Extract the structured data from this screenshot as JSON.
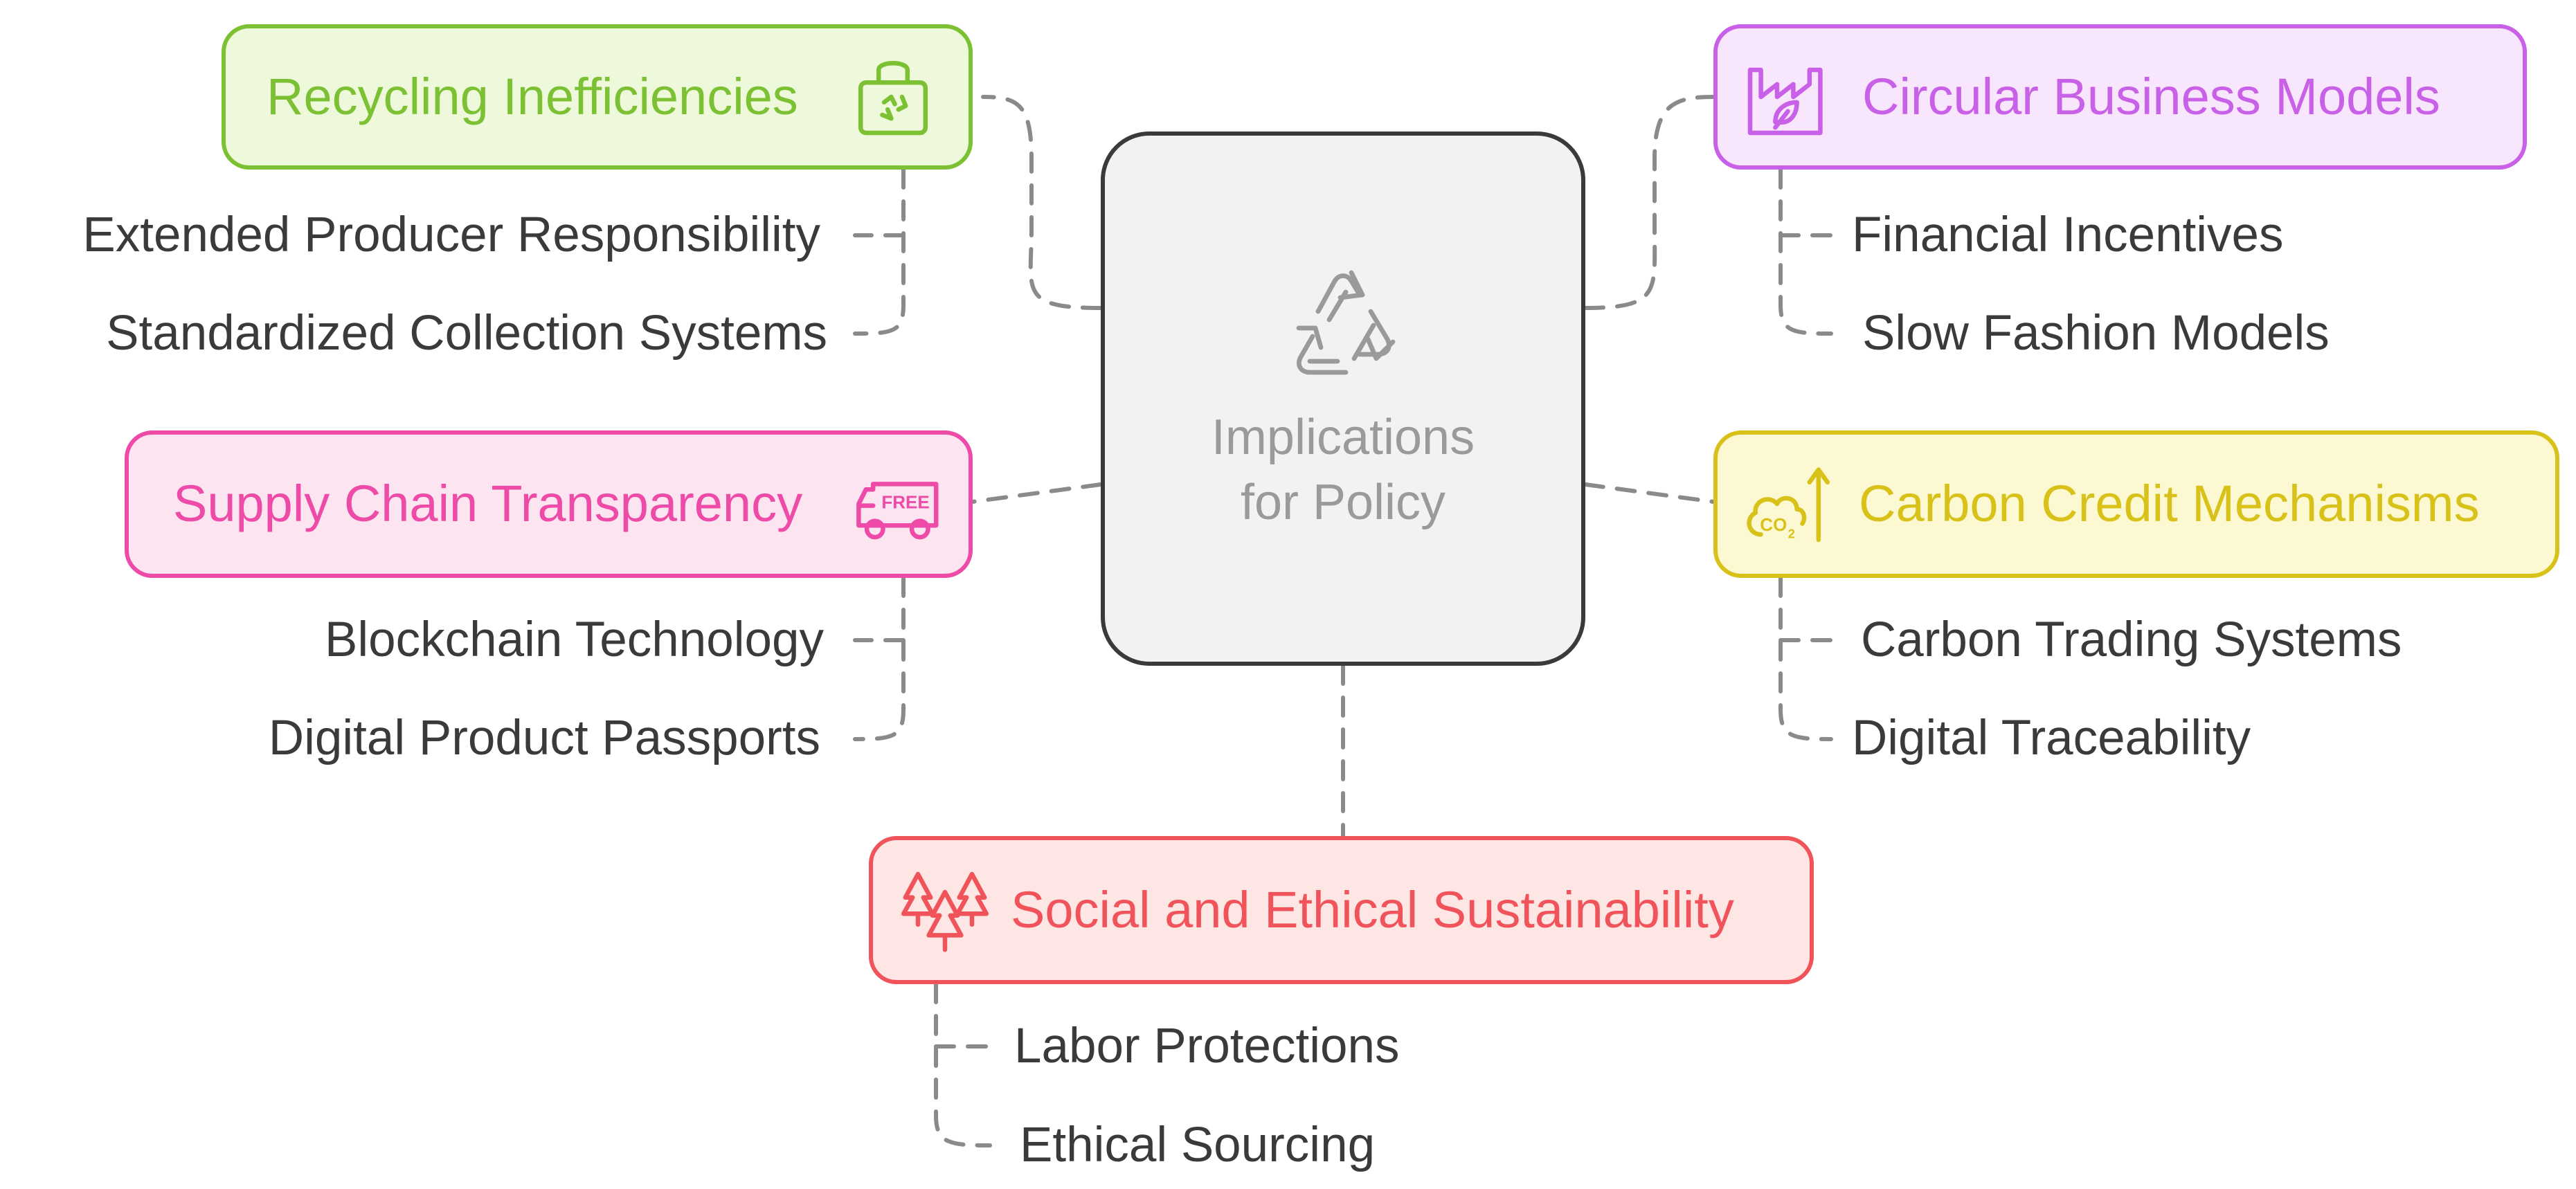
{
  "center": {
    "label_line1": "Implications",
    "label_line2": "for Policy",
    "icon": "recycle-icon"
  },
  "colors": {
    "center_fill": "#f2f2f2",
    "center_border": "#3a3a3a",
    "connector": "#8a8a8a",
    "green": "#7cc134",
    "purple": "#c960e8",
    "pink": "#ee4aa7",
    "yellow": "#d8c21a",
    "red": "#f0545a"
  },
  "nodes": {
    "recycling": {
      "label": "Recycling Inefficiencies",
      "icon": "recycle-bag-icon",
      "children": [
        "Extended Producer Responsibility",
        "Standardized Collection Systems"
      ]
    },
    "circular": {
      "label": "Circular Business Models",
      "icon": "eco-factory-icon",
      "children": [
        "Financial Incentives",
        "Slow Fashion Models"
      ]
    },
    "supply": {
      "label": "Supply Chain Transparency",
      "icon": "free-delivery-truck-icon",
      "children": [
        "Blockchain Technology",
        "Digital Product Passports"
      ]
    },
    "carbon": {
      "label": "Carbon Credit Mechanisms",
      "icon": "co2-cloud-icon",
      "children": [
        "Carbon Trading Systems",
        "Digital Traceability"
      ]
    },
    "social": {
      "label": "Social and Ethical Sustainability",
      "icon": "trees-icon",
      "children": [
        "Labor Protections",
        "Ethical Sourcing"
      ]
    }
  }
}
